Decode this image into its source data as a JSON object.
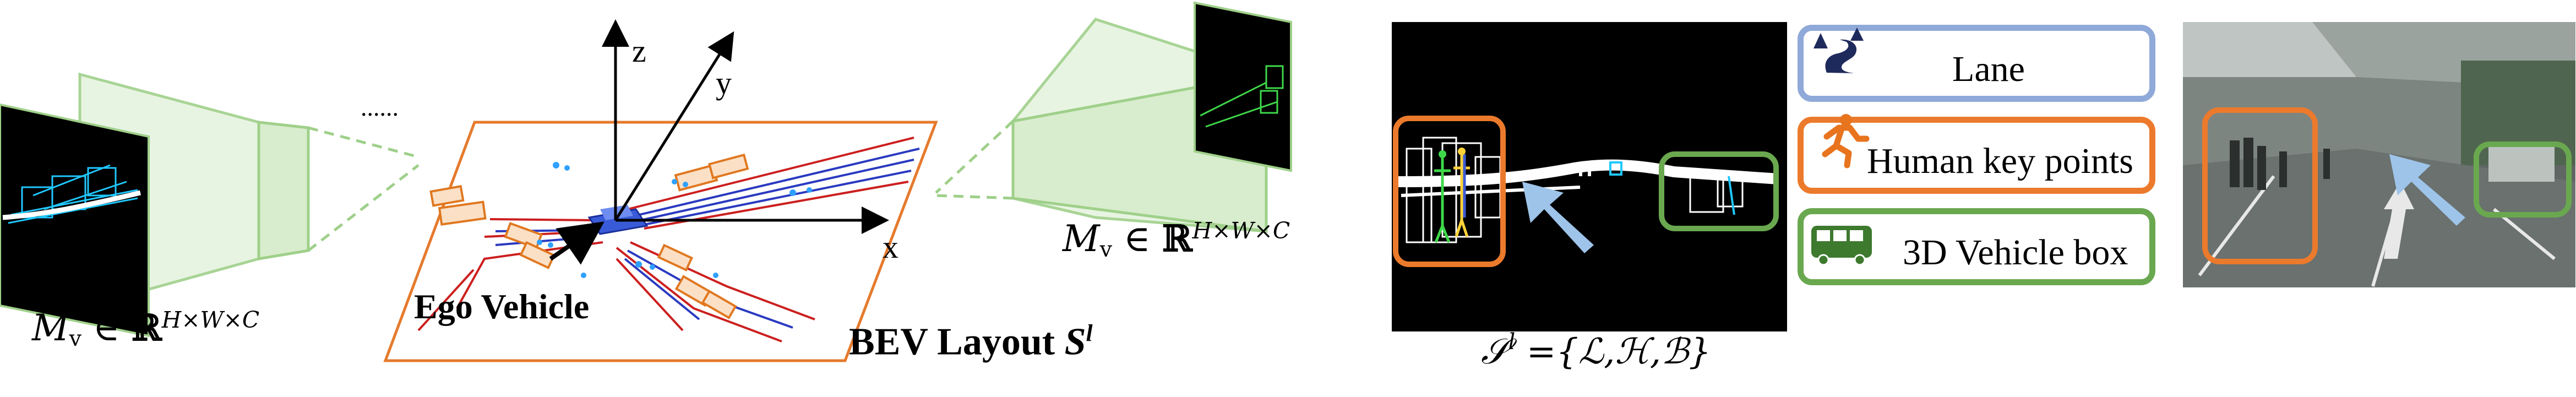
{
  "labels": {
    "axis_z": "z",
    "axis_y": "y",
    "axis_x": "x",
    "dots": "......",
    "ego_vehicle": "Ego Vehicle",
    "mv_left": {
      "base": "M",
      "sub": "v",
      "rest": " ∈ ",
      "bb": "ℝ",
      "sup": "H×W×C"
    },
    "mv_right": {
      "base": "M",
      "sub": "v",
      "rest": " ∈ ",
      "bb": "ℝ",
      "sup": "H×W×C"
    },
    "bev_layout": {
      "text": "BEV Layout ",
      "sym": "S",
      "sup": "l"
    },
    "s_set": {
      "sym": "𝒮",
      "sup": "l",
      "rest": " ={ℒ,ℋ,ℬ}"
    }
  },
  "legend": [
    {
      "label": "Lane",
      "icon": "road-icon",
      "color": "#8fa9d8"
    },
    {
      "label": "Human key points",
      "icon": "running-person-icon",
      "color": "#ec7a2c"
    },
    {
      "label": "3D Vehicle box",
      "icon": "bus-icon",
      "color": "#6aa84f"
    }
  ],
  "colors": {
    "frustum": "#9fd08a",
    "bev_border": "#e57a2c",
    "road_red": "#cc1f1f",
    "road_blue": "#2a3ac0",
    "car_orange": "#e07820",
    "ego_blue": "#3a5bd8",
    "human_box": "#ec7a2c",
    "vehicle_box": "#6aa84f",
    "lane_arrow": "#9ec4ea"
  }
}
